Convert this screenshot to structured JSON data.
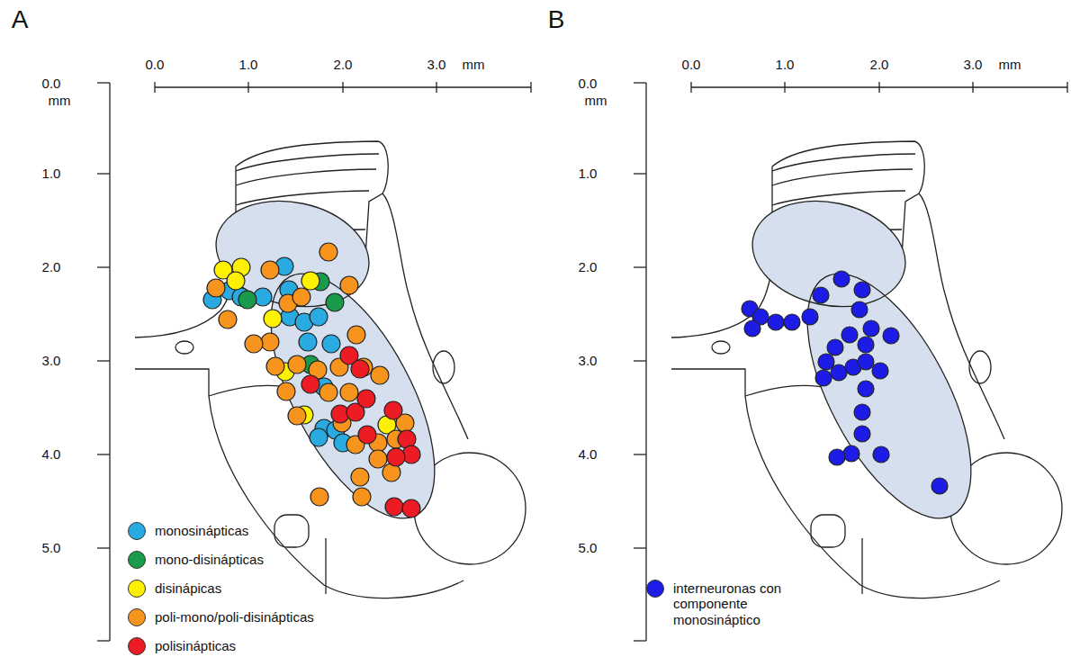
{
  "diagram": {
    "labels": [
      "A",
      "0.0",
      "1.0",
      "2.0",
      "3.0",
      "mm",
      "0.0",
      "mm",
      "1.0",
      "2.0",
      "3.0",
      "4.0",
      "5.0",
      "B",
      "0.0",
      "1.0",
      "2.0",
      "3.0",
      "mm",
      "0.0",
      "mm",
      "1.0",
      "2.0",
      "3.0",
      "4.0",
      "5.0"
    ],
    "legend": [
      {
        "text": "monosinápticas",
        "color": "#29abe2"
      },
      {
        "text": "mono-disinápticas",
        "color": "#1a9b4b"
      },
      {
        "text": "disinápicas",
        "color": "#fff200"
      },
      {
        "text": "poli-mono/poli-disinápticas",
        "color": "#f7941d"
      },
      {
        "text": "polisinápticas",
        "color": "#ed1c24"
      },
      {
        "text": "interneuronas con componente monosináptico",
        "color": "#1c1ce6"
      }
    ]
  }
}
